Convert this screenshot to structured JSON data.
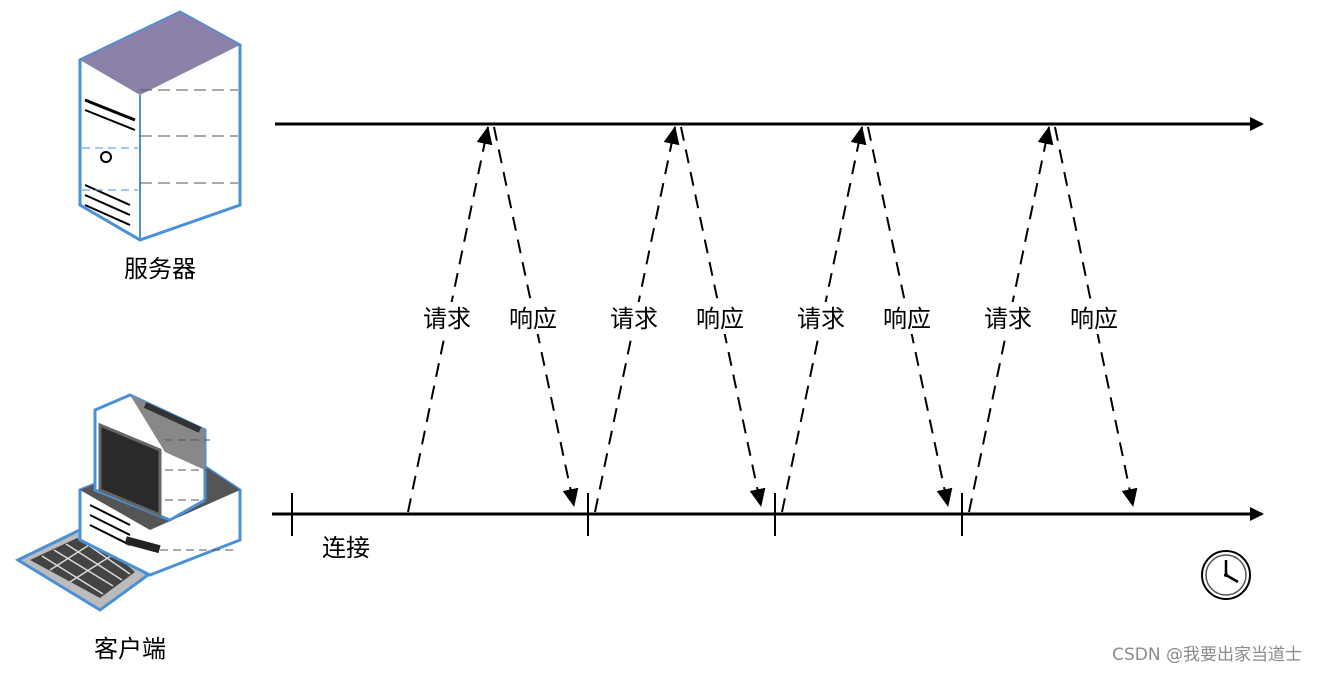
{
  "server": {
    "label": "服务器",
    "icon": "server-icon"
  },
  "client": {
    "label": "客户端",
    "icon": "desktop-computer-icon"
  },
  "connect_label": "连接",
  "exchanges": [
    {
      "request": "请求",
      "response": "响应"
    },
    {
      "request": "请求",
      "response": "响应"
    },
    {
      "request": "请求",
      "response": "响应"
    },
    {
      "request": "请求",
      "response": "响应"
    }
  ],
  "clock_icon": "clock-icon",
  "watermark": "CSDN @我要出家当道士",
  "colors": {
    "line": "#000000",
    "icon_outline": "#4a90d9",
    "server_top": "#8b80a8",
    "watermark": "#8a8a8a"
  }
}
